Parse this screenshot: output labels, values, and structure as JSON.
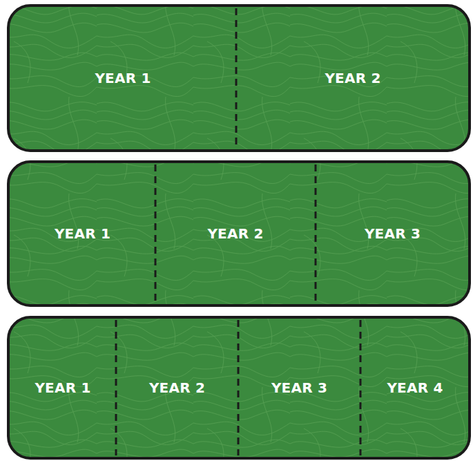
{
  "diagram": {
    "nodes": [
      {
        "text": [
          "YEAR 1"
        ]
      },
      {
        "text": [
          "YEAR 2"
        ]
      },
      {
        "text": [
          "YEAR 1"
        ]
      },
      {
        "text": [
          "YEAR 2"
        ]
      },
      {
        "text": [
          "YEAR 3"
        ]
      },
      {
        "text": [
          "YEAR 1"
        ]
      },
      {
        "text": [
          "YEAR 2"
        ]
      },
      {
        "text": [
          "YEAR 3"
        ]
      },
      {
        "text": [
          "YEAR 4"
        ]
      }
    ]
  }
}
